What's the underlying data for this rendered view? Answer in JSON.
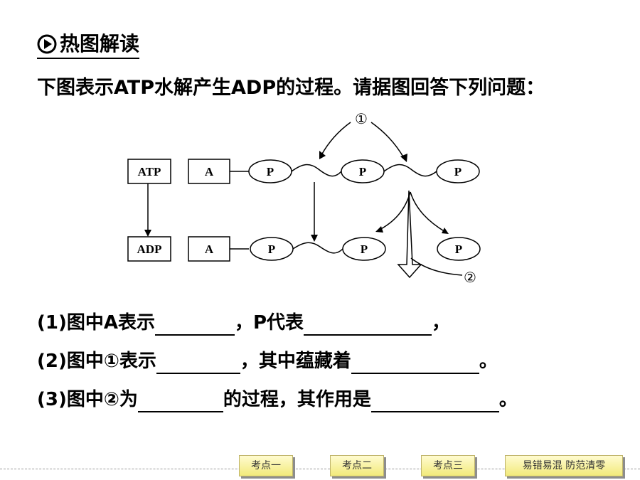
{
  "heading": {
    "title": "热图解读"
  },
  "intro": {
    "text": "下图表示ATP水解产生ADP的过程。请据图回答下列问题："
  },
  "diagram": {
    "top_left_label": "ATP",
    "bottom_left_label": "ADP",
    "a_label": "A",
    "p_label": "P",
    "marker_1": "①",
    "marker_2": "②"
  },
  "questions": [
    {
      "prefix": "(1)图中A表示",
      "mid": "，P代表",
      "end": "，"
    },
    {
      "prefix": "(2)图中①表示",
      "mid": "，其中蕴藏着",
      "end": "。"
    },
    {
      "prefix": "(3)图中②为",
      "mid": "的过程，其作用是",
      "end": "。"
    }
  ],
  "nav": [
    "考点一",
    "考点二",
    "考点三",
    "易错易混 防范清零"
  ]
}
